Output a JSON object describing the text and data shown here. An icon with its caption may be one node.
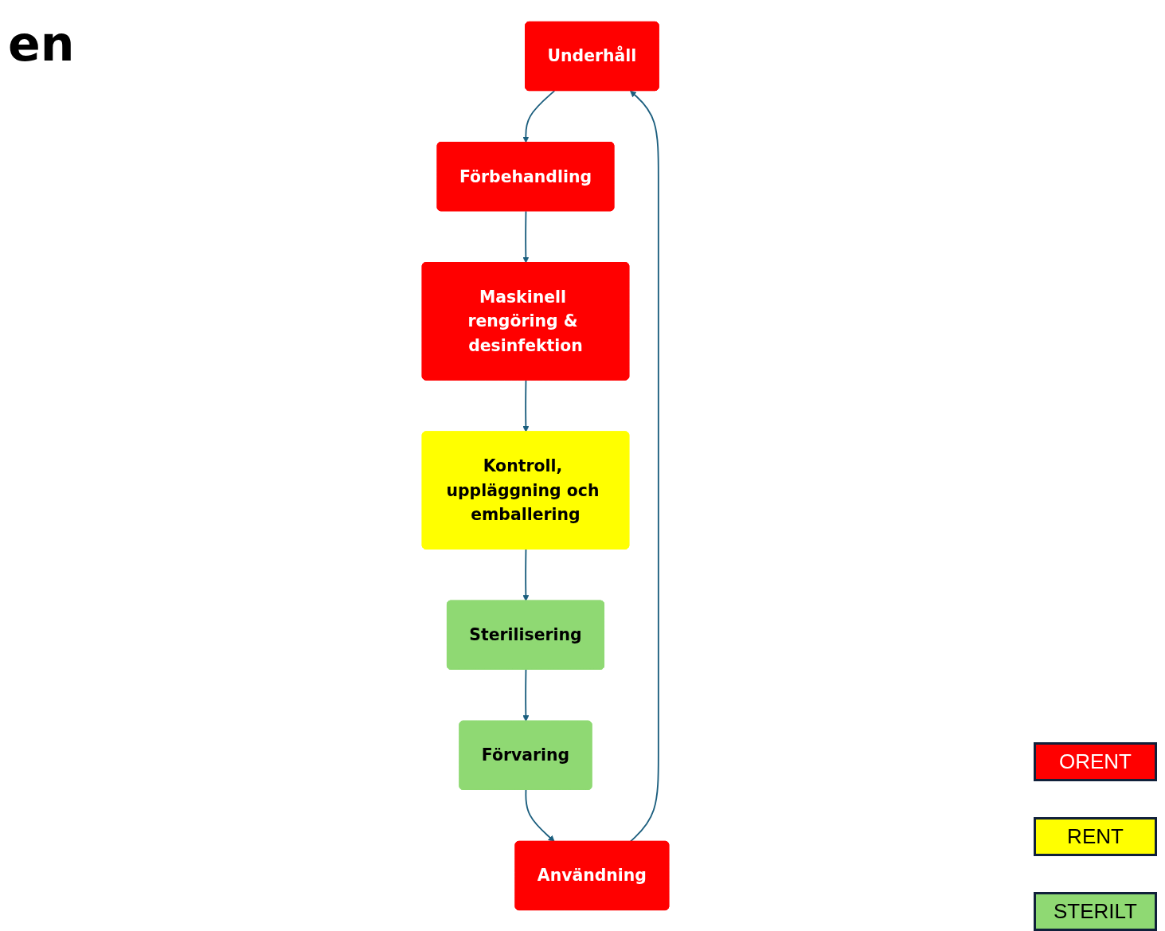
{
  "diagram": {
    "title": "en",
    "nodes": [
      {
        "text": [
          "Underhåll"
        ]
      },
      {
        "text": [
          "Förbehandling"
        ]
      },
      {
        "text": [
          "Maskinell rengöring & desinfektion"
        ]
      },
      {
        "text": [
          "Kontroll, uppläggning och emballering"
        ]
      },
      {
        "text": [
          "Sterilisering"
        ]
      },
      {
        "text": [
          "Förvaring"
        ]
      },
      {
        "text": [
          "Användning"
        ]
      }
    ],
    "edges": [
      {
        "from": 6,
        "to": 0,
        "arrow": "to"
      },
      {
        "from": 0,
        "to": 1,
        "arrow": "to"
      },
      {
        "from": 1,
        "to": 2,
        "arrow": "to"
      },
      {
        "from": 2,
        "to": 3,
        "arrow": "to"
      },
      {
        "from": 3,
        "to": 4,
        "arrow": "to"
      },
      {
        "from": 4,
        "to": 5,
        "arrow": "to"
      },
      {
        "from": 5,
        "to": 6,
        "arrow": "to"
      }
    ],
    "legend": [
      {
        "text": "ORENT",
        "color": "#ff0000"
      },
      {
        "text": "RENT",
        "color": "#ffff00"
      },
      {
        "text": "STERILT",
        "color": "#8fd973"
      }
    ]
  }
}
